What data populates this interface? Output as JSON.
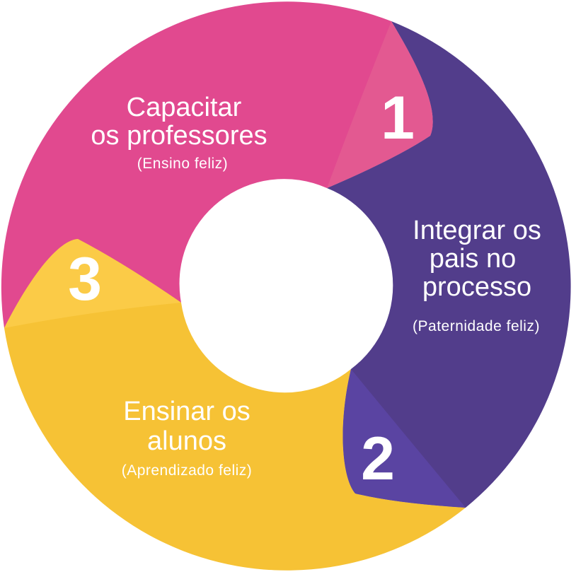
{
  "colors": {
    "pink": "#E1498F",
    "pink_tab": "#E35991",
    "purple": "#523D8B",
    "purple_tab": "#5A44A2",
    "yellow": "#F6C235",
    "yellow_tab": "#FBCB47",
    "center": "#FFFFFF"
  },
  "segments": [
    {
      "id": "capacitar",
      "number": "1",
      "title_lines": [
        "Capacitar",
        "os professores"
      ],
      "subtitle": "(Ensino feliz)"
    },
    {
      "id": "integrar",
      "number": "2",
      "title_lines": [
        "Integrar os",
        "pais no",
        "processo"
      ],
      "subtitle": "(Paternidade feliz)"
    },
    {
      "id": "ensinar",
      "number": "3",
      "title_lines": [
        "Ensinar os",
        "alunos"
      ],
      "subtitle": "(Aprendizado feliz)"
    }
  ]
}
